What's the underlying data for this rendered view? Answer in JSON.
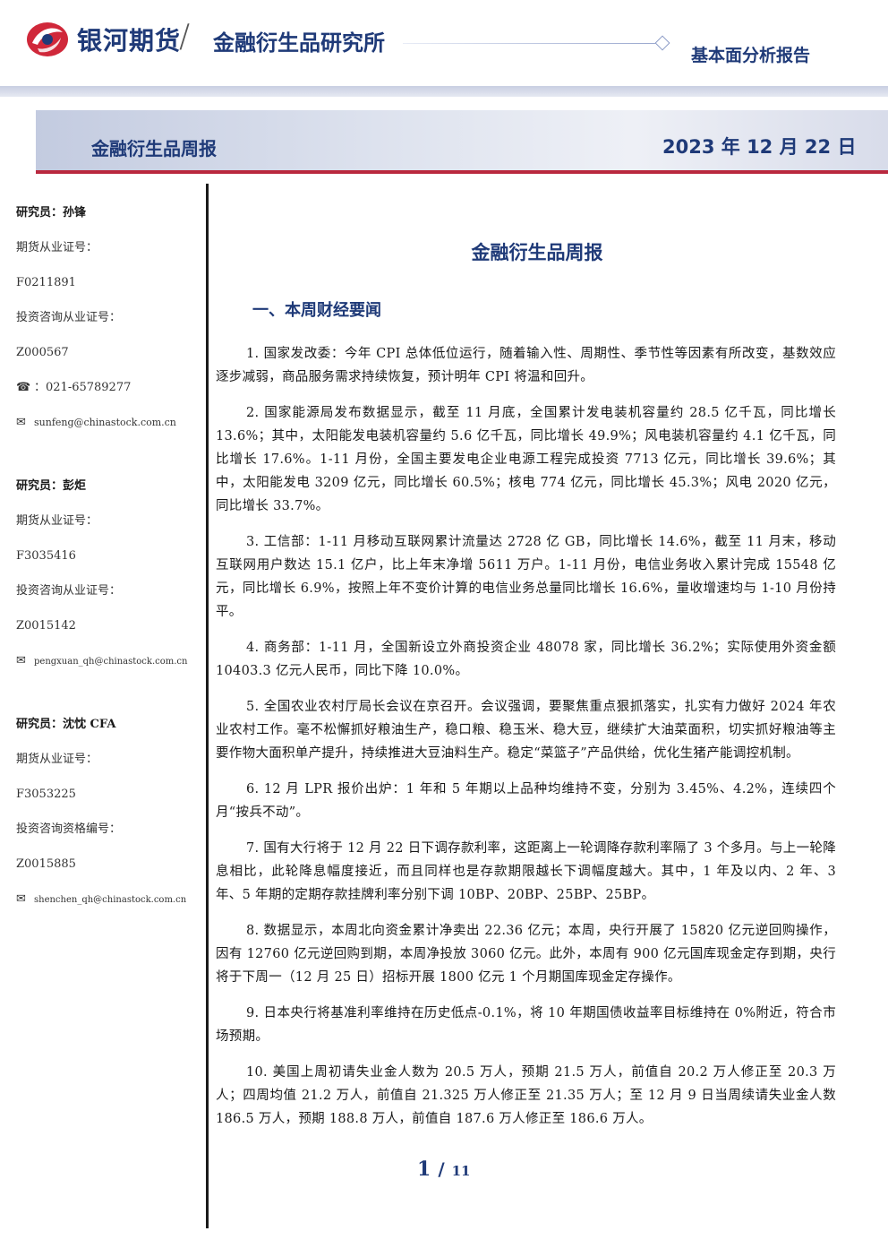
{
  "header": {
    "brand": "银河期货",
    "slash": "/",
    "institute": "金融衍生品研究所",
    "report_type": "基本面分析报告",
    "logo_color": "#d0283a",
    "brand_color": "#1f3a78"
  },
  "title_band": {
    "name": "金融衍生品周报",
    "date": "2023 年 12 月 22 日"
  },
  "sidebar": {
    "analysts": [
      {
        "name_line": "研究员：孙锋",
        "license_label": "期货从业证号：",
        "license": "F0211891",
        "advisor_label": "投资咨询从业证号：",
        "advisor": "Z000567",
        "phone": "：021-65789277",
        "email": "sunfeng@chinastock.com.cn"
      },
      {
        "name_line": "研究员：彭炬",
        "license_label": "期货从业证号：",
        "license": "F3035416",
        "advisor_label": "投资咨询从业证号：",
        "advisor": "Z0015142",
        "email": "pengxuan_qh@chinastock.com.cn"
      },
      {
        "name_line": "研究员：沈忱 CFA",
        "license_label": "期货从业证号：",
        "license": "F3053225",
        "advisor_label": "投资咨询资格编号：",
        "advisor": "Z0015885",
        "email": "shenchen_qh@chinastock.com.cn"
      }
    ],
    "icons": {
      "phone": "phone-icon",
      "email": "email-icon"
    }
  },
  "main": {
    "title": "金融衍生品周报",
    "section_title": "一、本周财经要闻",
    "paragraphs": [
      "1. 国家发改委：今年 CPI 总体低位运行，随着输入性、周期性、季节性等因素有所改变，基数效应逐步减弱，商品服务需求持续恢复，预计明年 CPI 将温和回升。",
      "2. 国家能源局发布数据显示，截至 11 月底，全国累计发电装机容量约 28.5 亿千瓦，同比增长 13.6%；其中，太阳能发电装机容量约 5.6 亿千瓦，同比增长 49.9%；风电装机容量约 4.1 亿千瓦，同比增长 17.6%。1-11 月份，全国主要发电企业电源工程完成投资 7713 亿元，同比增长 39.6%；其中，太阳能发电 3209 亿元，同比增长 60.5%；核电 774 亿元，同比增长 45.3%；风电 2020 亿元，同比增长 33.7%。",
      "3. 工信部：1-11 月移动互联网累计流量达 2728 亿 GB，同比增长 14.6%，截至 11 月末，移动互联网用户数达 15.1 亿户，比上年末净增 5611 万户。1-11 月份，电信业务收入累计完成 15548 亿元，同比增长 6.9%，按照上年不变价计算的电信业务总量同比增长 16.6%，量收增速均与 1-10 月份持平。",
      "4. 商务部：1-11 月，全国新设立外商投资企业 48078 家，同比增长 36.2%；实际使用外资金额 10403.3 亿元人民币，同比下降 10.0%。",
      "5. 全国农业农村厅局长会议在京召开。会议强调，要聚焦重点狠抓落实，扎实有力做好 2024 年农业农村工作。毫不松懈抓好粮油生产，稳口粮、稳玉米、稳大豆，继续扩大油菜面积，切实抓好粮油等主要作物大面积单产提升，持续推进大豆油料生产。稳定“菜篮子”产品供给，优化生猪产能调控机制。",
      "6. 12 月 LPR 报价出炉：1 年和 5 年期以上品种均维持不变，分别为 3.45%、4.2%，连续四个月“按兵不动”。",
      "7. 国有大行将于 12 月 22 日下调存款利率，这距离上一轮调降存款利率隔了 3 个多月。与上一轮降息相比，此轮降息幅度接近，而且同样也是存款期限越长下调幅度越大。其中，1 年及以内、2 年、3 年、5 年期的定期存款挂牌利率分别下调 10BP、20BP、25BP、25BP。",
      "8. 数据显示，本周北向资金累计净卖出 22.36 亿元；本周，央行开展了 15820 亿元逆回购操作，因有 12760 亿元逆回购到期，本周净投放 3060 亿元。此外，本周有 900 亿元国库现金定存到期，央行将于下周一（12 月 25 日）招标开展 1800 亿元 1 个月期国库现金定存操作。",
      "9. 日本央行将基准利率维持在历史低点-0.1%，将 10 年期国债收益率目标维持在 0%附近，符合市场预期。",
      "10. 美国上周初请失业金人数为 20.5 万人，预期 21.5 万人，前值自 20.2 万人修正至 20.3 万人；四周均值 21.2 万人，前值自 21.325 万人修正至 21.35 万人；至 12 月 9 日当周续请失业金人数 186.5 万人，预期 188.8 万人，前值自 187.6 万人修正至 186.6 万人。"
    ]
  },
  "footer": {
    "page_current": "1",
    "page_sep": "/",
    "page_total": "11"
  }
}
